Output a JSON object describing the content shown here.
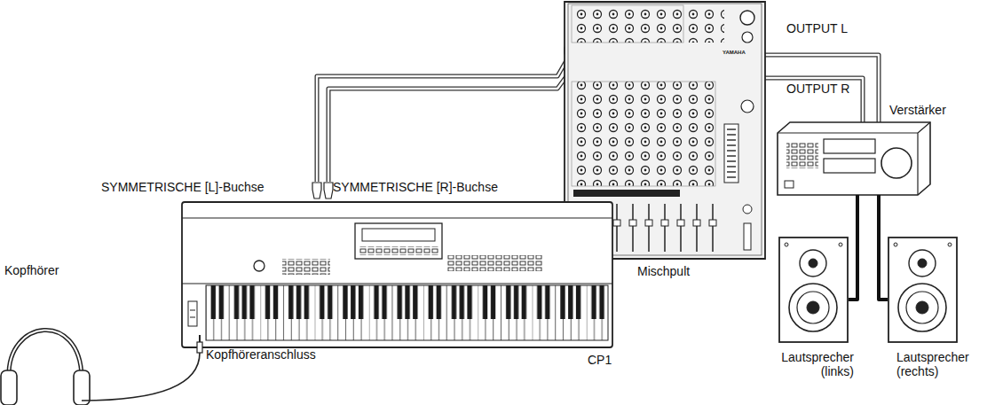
{
  "diagram": {
    "labels": [
      "Kopfhörer",
      "SYMMETRISCHE [L]-Buchse",
      "SYMMETRISCHE [R]-Buchse",
      "Kopfhöreranschluss",
      "CP1",
      "Mischpult",
      "OUTPUT L",
      "OUTPUT R",
      "Verstärker",
      "Lautsprecher (links)",
      "Lautsprecher (rechts)",
      "YAMAHA"
    ]
  }
}
